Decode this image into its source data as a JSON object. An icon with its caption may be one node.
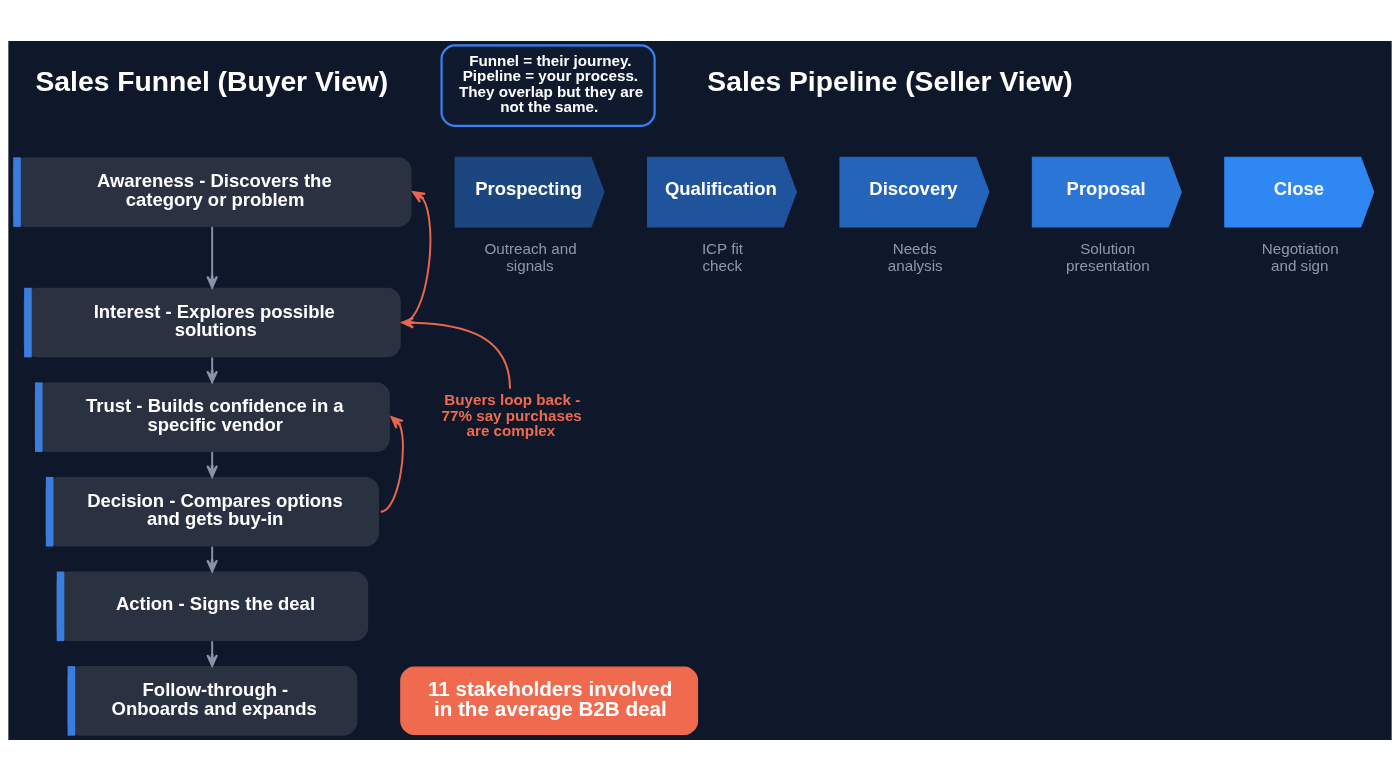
{
  "diagram": {
    "nodes": [
      {
        "text": [
          "Awareness - Discovers the category or problem"
        ]
      },
      {
        "text": [
          "Interest - Explores possible solutions"
        ]
      },
      {
        "text": [
          "Trust - Builds confidence in a specific vendor"
        ]
      },
      {
        "text": [
          "Decision - Compares options and gets buy-in"
        ]
      },
      {
        "text": [
          "Action - Signs the deal"
        ]
      },
      {
        "text": [
          "Follow-through - Onboards and expands"
        ]
      },
      {
        "text": [
          "Funnel = their journey. Pipeline = your process. They overlap but they are not the same."
        ]
      },
      {
        "text": [
          "Prospecting"
        ],
        "beside": [
          "Outreach and signals"
        ]
      },
      {
        "text": [
          "Qualification"
        ],
        "beside": [
          "ICP fit check"
        ]
      },
      {
        "text": [
          "Discovery"
        ],
        "beside": [
          "Needs analysis"
        ]
      },
      {
        "text": [
          "Proposal"
        ],
        "beside": [
          "Solution presentation"
        ]
      },
      {
        "text": [
          "Close"
        ],
        "beside": [
          "Negotiation and sign"
        ]
      },
      {
        "text": [
          "11 stakeholders involved in the average B2B deal"
        ]
      },
      {
        "text": [
          "Buyers loop back - 77% say purchases are complex"
        ]
      }
    ],
    "edges": [
      {
        "from": 0,
        "to": 1,
        "arrow": "to"
      },
      {
        "from": 1,
        "to": 2,
        "arrow": "to"
      },
      {
        "from": 2,
        "to": 3,
        "arrow": "to"
      },
      {
        "from": 3,
        "to": 4,
        "arrow": "to"
      },
      {
        "from": 4,
        "to": 5,
        "arrow": "to"
      },
      {
        "from": 1,
        "to": 0,
        "arrow": "to",
        "color": "#e8664f"
      },
      {
        "from": 13,
        "to": 1,
        "arrow": "to",
        "color": "#e8664f"
      },
      {
        "from": 3,
        "to": 2,
        "arrow": "to",
        "color": "#e8664f"
      }
    ],
    "labels": [
      "Sales Funnel (Buyer View)",
      "Sales Pipeline (Seller View)"
    ]
  }
}
